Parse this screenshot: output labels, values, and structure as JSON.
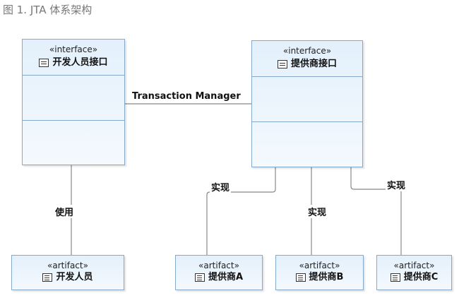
{
  "figure_title": "图 1. JTA 体系架构",
  "interfaces": {
    "developer": {
      "stereotype": "«interface»",
      "name": "开发人员接口"
    },
    "provider": {
      "stereotype": "«interface»",
      "name": "提供商接口"
    }
  },
  "artifacts": {
    "developer": {
      "stereotype": "«artifact»",
      "name": "开发人员"
    },
    "provider_a": {
      "stereotype": "«artifact»",
      "name": "提供商A"
    },
    "provider_b": {
      "stereotype": "«artifact»",
      "name": "提供商B"
    },
    "provider_c": {
      "stereotype": "«artifact»",
      "name": "提供商C"
    }
  },
  "relations": {
    "transaction_manager": "Transaction Manager",
    "use": "使用",
    "implement_a": "实现",
    "implement_b": "实现",
    "implement_c": "实现"
  },
  "colors": {
    "box_border": "#86aacb",
    "box_fill": "#e3f0fb",
    "connector": "#888888"
  }
}
